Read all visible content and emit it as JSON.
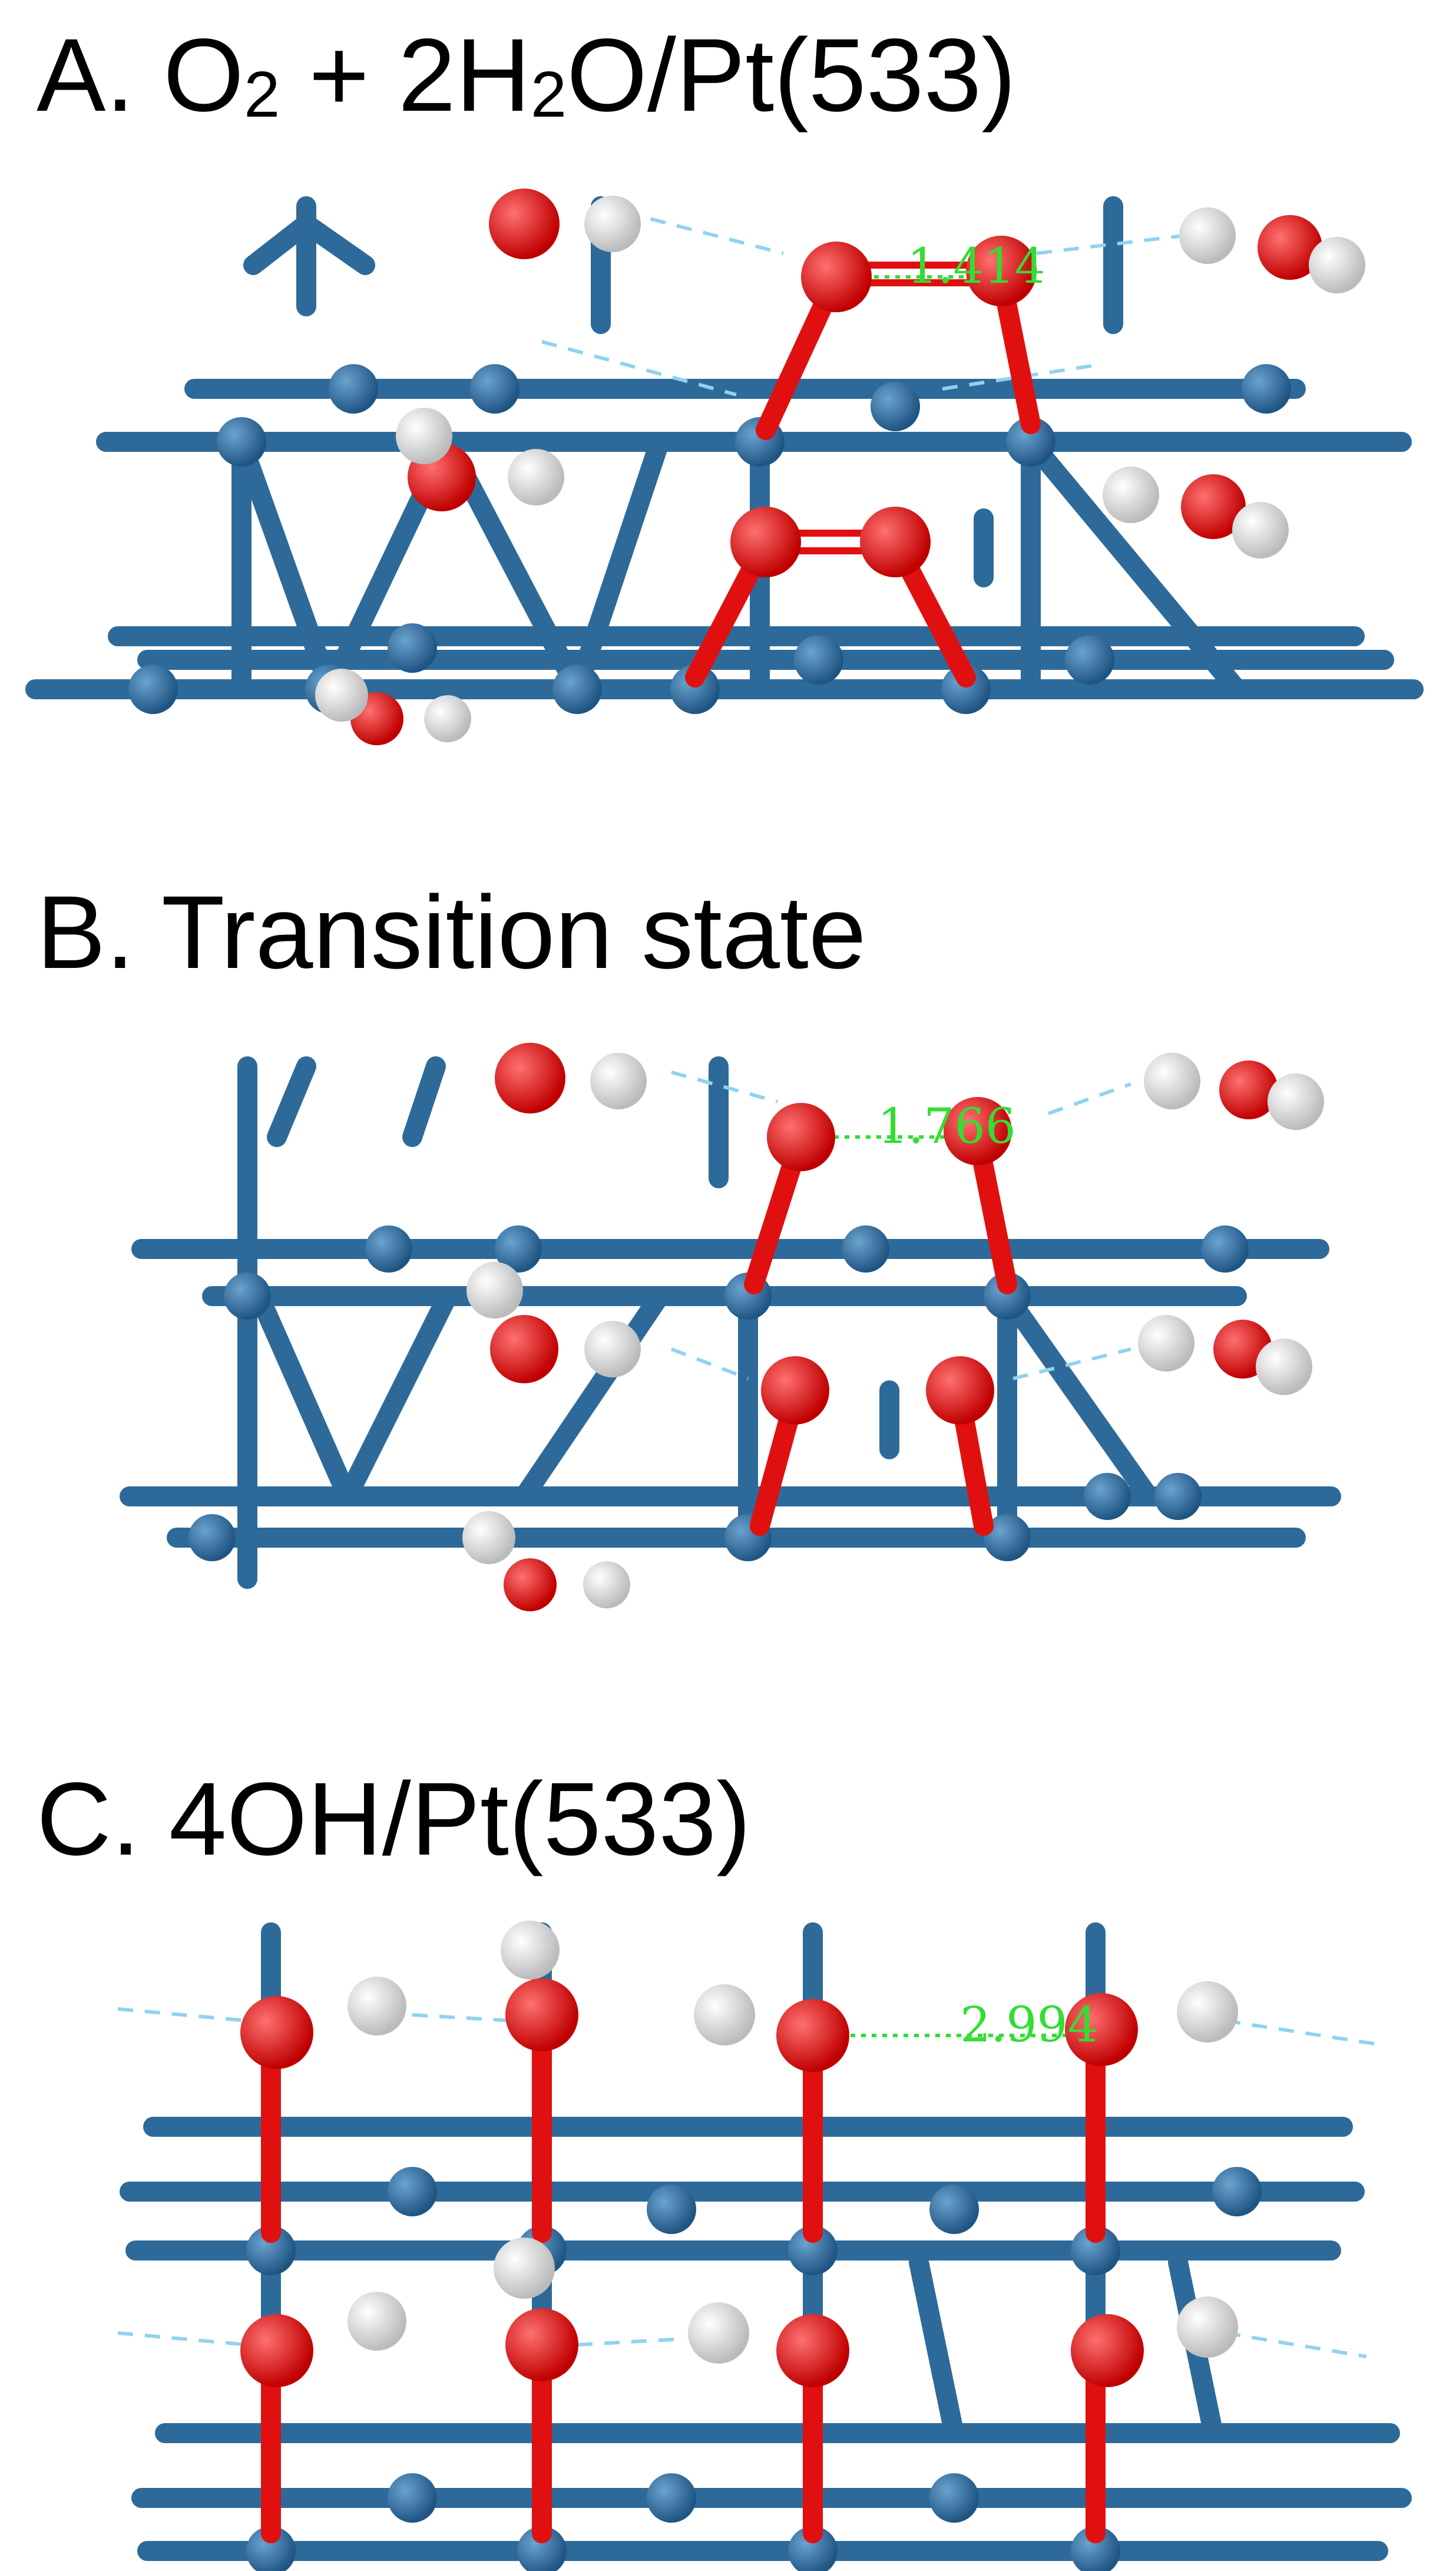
{
  "panels": [
    {
      "id": "A",
      "title_prefix": "A. O",
      "title_sub1": "2",
      "title_mid": " + 2H",
      "title_sub2": "2",
      "title_suffix": "O/Pt(533)",
      "distance_label": "1.414"
    },
    {
      "id": "B",
      "title": "B. Transition state",
      "distance_label": "1.766"
    },
    {
      "id": "C",
      "title": "C. 4OH/Pt(533)",
      "distance_label": "2.994"
    }
  ],
  "colors": {
    "platinum": "#2e6a99",
    "platinum_light": "#5a90c0",
    "oxygen": "#e01010",
    "hydrogen": "#eeeeee",
    "hbond": "#8fd3ee",
    "measure": "#33dd33"
  }
}
